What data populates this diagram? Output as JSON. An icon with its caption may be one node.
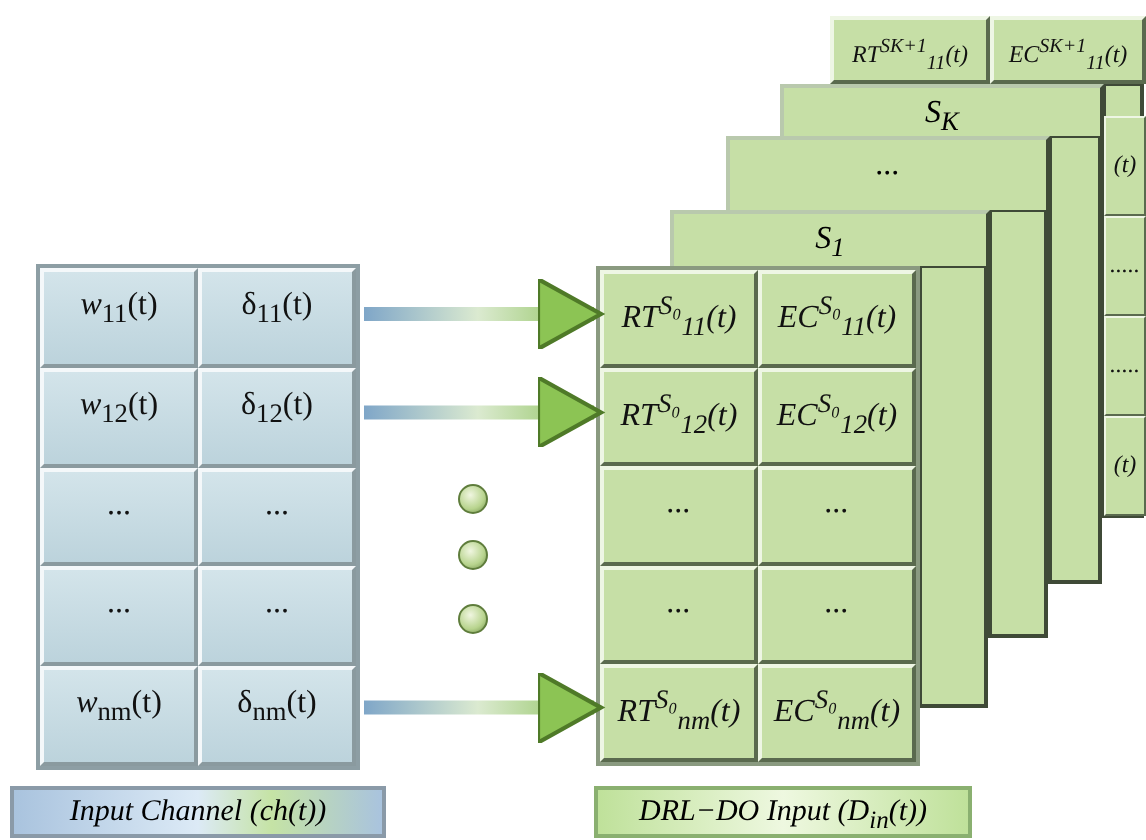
{
  "diagram": {
    "nodes": [
      {
        "text": [],
        "shape": "box"
      },
      {
        "text": [
          "*w*$_{11}$(t)"
        ],
        "in": 0
      },
      {
        "text": [
          "δ$_{11}$(t)"
        ],
        "in": 0
      },
      {
        "text": [
          "*w*$_{12}$(t)"
        ],
        "in": 0
      },
      {
        "text": [
          "δ$_{12}$(t)"
        ],
        "in": 0
      },
      {
        "text": [
          "..."
        ],
        "in": 0
      },
      {
        "text": [
          "..."
        ],
        "in": 0
      },
      {
        "text": [
          "..."
        ],
        "in": 0
      },
      {
        "text": [
          "..."
        ],
        "in": 0
      },
      {
        "text": [
          "*w*$_{nm}$(t)"
        ],
        "in": 0
      },
      {
        "text": [
          "δ$_{nm}$(t)"
        ],
        "in": 0
      },
      {
        "text": [
          "Input Channel (ch(t))"
        ]
      },
      {
        "text": [],
        "shape": "circle"
      },
      {
        "text": [],
        "shape": "circle"
      },
      {
        "text": [],
        "shape": "circle"
      },
      {
        "text": [],
        "shape": "box"
      },
      {
        "text": [
          "RT$^{S₀}$$_{11}$(t)"
        ],
        "in": 15
      },
      {
        "text": [
          "EC$^{S₀}$$_{11}$(t)"
        ],
        "in": 15
      },
      {
        "text": [
          "RT$^{S₀}$$_{12}$(t)"
        ],
        "in": 15
      },
      {
        "text": [
          "EC$^{S₀}$$_{12}$(t)"
        ],
        "in": 15
      },
      {
        "text": [
          "..."
        ],
        "in": 15
      },
      {
        "text": [
          "..."
        ],
        "in": 15
      },
      {
        "text": [
          "..."
        ],
        "in": 15
      },
      {
        "text": [
          "..."
        ],
        "in": 15
      },
      {
        "text": [
          "RT$^{S₀}$$_{nm}$(t)"
        ],
        "in": 15
      },
      {
        "text": [
          "EC$^{S₀}$$_{nm}$(t)"
        ],
        "in": 15
      },
      {
        "text": [
          "DRL−DO Input (D$_{in}$(t))"
        ]
      },
      {
        "text": [
          "S$_{1}$"
        ]
      },
      {
        "text": [
          "..."
        ]
      },
      {
        "text": [
          "S$_{K}$"
        ]
      },
      {
        "text": [
          "RT$^{SK+1}$$_{11}$(t)"
        ]
      },
      {
        "text": [
          "EC$^{SK+1}$$_{11}$(t)"
        ]
      },
      {
        "text": [
          "(t)"
        ]
      },
      {
        "text": [
          "....."
        ]
      },
      {
        "text": [
          "....."
        ]
      },
      {
        "text": [
          "(t)"
        ]
      }
    ],
    "edges": [
      {
        "from": 2,
        "to": 16,
        "arrow": "to"
      },
      {
        "from": 4,
        "to": 18,
        "arrow": "to"
      },
      {
        "from": 10,
        "to": 24,
        "arrow": "to"
      }
    ]
  }
}
